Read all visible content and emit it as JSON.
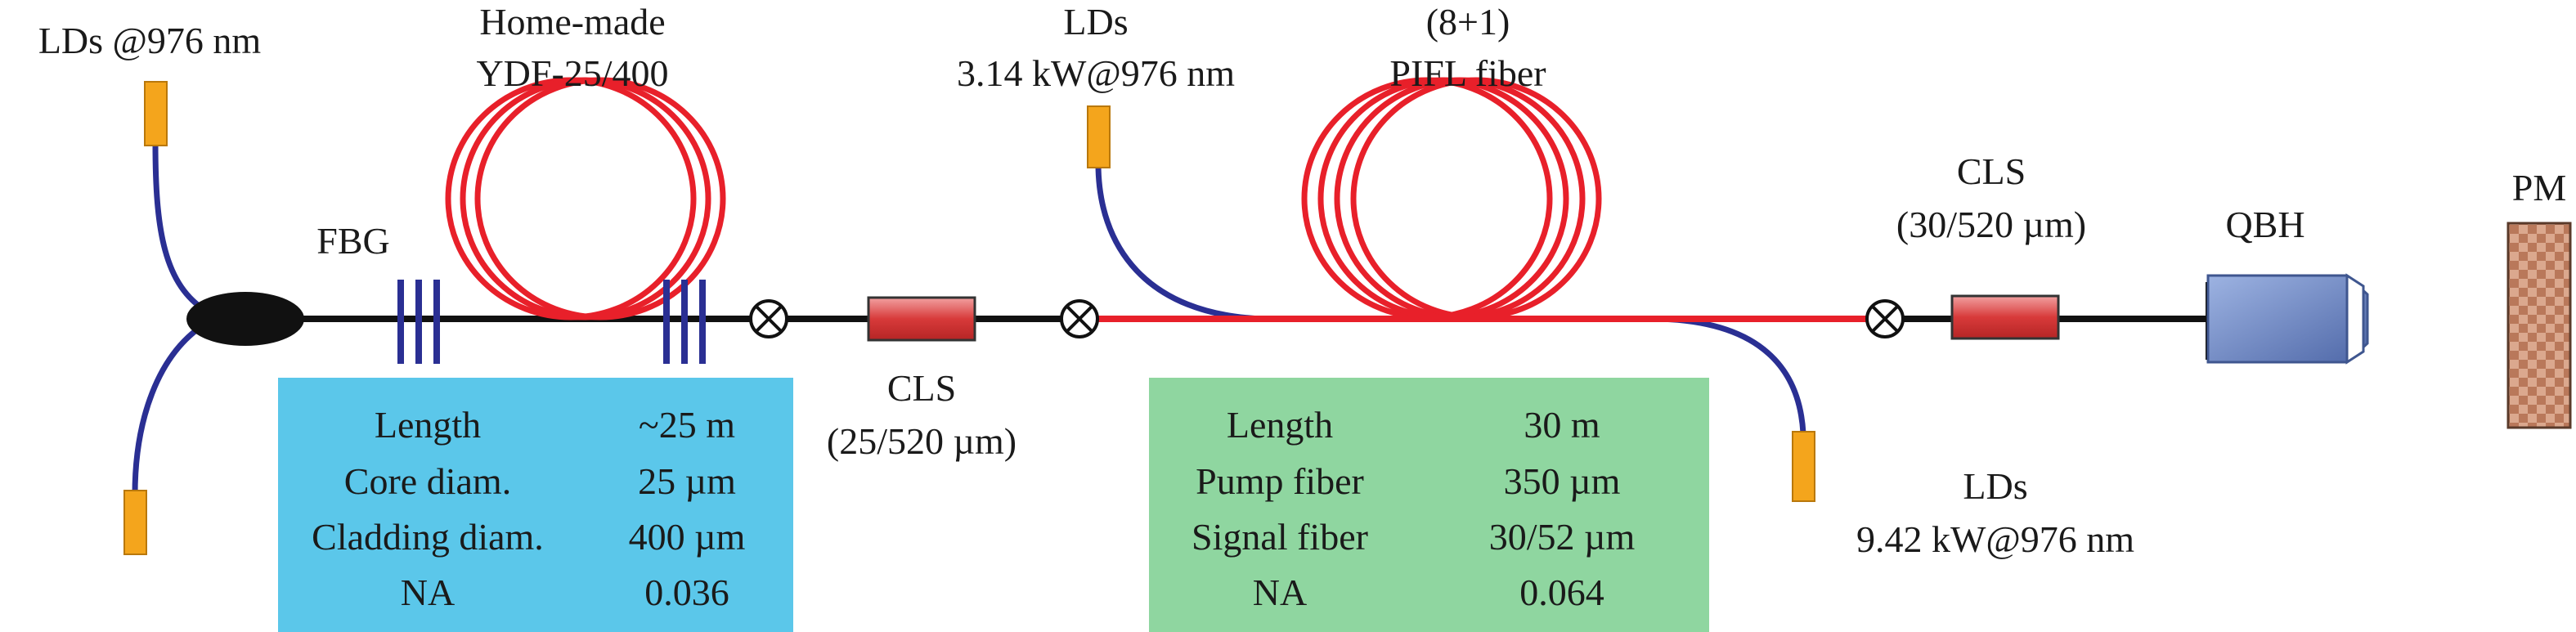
{
  "labels": {
    "lds_seed": "LDs @976 nm",
    "ydf_line1": "Home-made",
    "ydf_line2": "YDF-25/400",
    "fbg": "FBG",
    "lds_forward_line1": "LDs",
    "lds_forward_line2": "3.14 kW@976 nm",
    "pifl_line1": "(8+1)",
    "pifl_line2": "PIFL fiber",
    "cls1_line1": "CLS",
    "cls1_line2": "(25/520 µm)",
    "cls2_line1": "CLS",
    "cls2_line2": "(30/520 µm)",
    "qbh": "QBH",
    "pm": "PM",
    "lds_backward_line1": "LDs",
    "lds_backward_line2": "9.42 kW@976 nm"
  },
  "ydf_table": {
    "rows": [
      {
        "param": "Length",
        "value": "~25 m"
      },
      {
        "param": "Core diam.",
        "value": "25 µm"
      },
      {
        "param": "Cladding diam.",
        "value": "400 µm"
      },
      {
        "param": "NA",
        "value": "0.036"
      }
    ]
  },
  "pifl_table": {
    "rows": [
      {
        "param": "Length",
        "value": "30 m"
      },
      {
        "param": "Pump fiber",
        "value": "350 µm"
      },
      {
        "param": "Signal fiber",
        "value": "30/52 µm"
      },
      {
        "param": "NA",
        "value": "0.064"
      }
    ]
  },
  "colors": {
    "fiber_black": "#111111",
    "fiber_red": "#e8202a",
    "pump_fiber_blue": "#2a2f93",
    "laser_diode": "#f4a51c",
    "ydf_table_bg": "#5bc7ea",
    "pifl_table_bg": "#8fd6a0",
    "cls_red": "#d83a3a",
    "qbh_blue": "#6c86c4",
    "pm_brown": "#c98e6e"
  }
}
